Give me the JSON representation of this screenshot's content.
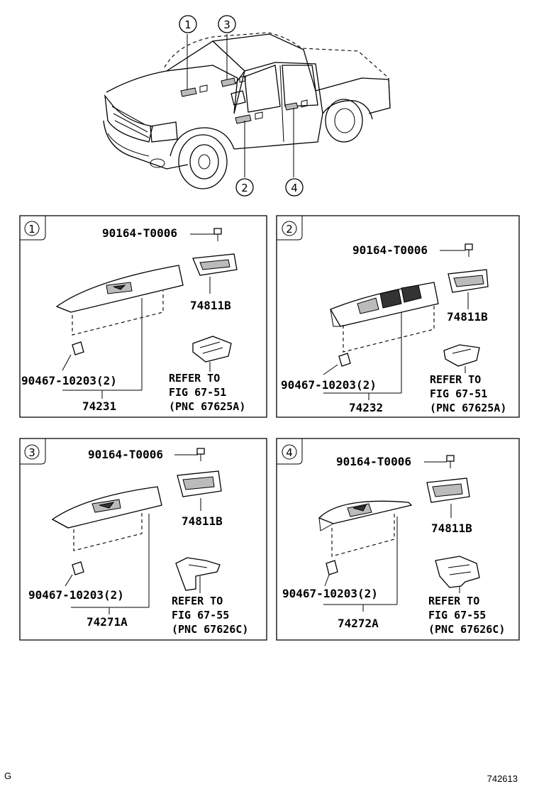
{
  "callouts": {
    "c1": "1",
    "c2": "2",
    "c3": "3",
    "c4": "4"
  },
  "panels": [
    {
      "number": "1",
      "screw": "90164-T0006",
      "bezel": "74811B",
      "clip": "90467-10203(2)",
      "assembly": "74231",
      "refer": [
        "REFER TO",
        "FIG 67-51",
        "(PNC 67625A)"
      ]
    },
    {
      "number": "2",
      "screw": "90164-T0006",
      "bezel": "74811B",
      "clip": "90467-10203(2)",
      "assembly": "74232",
      "refer": [
        "REFER TO",
        "FIG 67-51",
        "(PNC 67625A)"
      ]
    },
    {
      "number": "3",
      "screw": "90164-T0006",
      "bezel": "74811B",
      "clip": "90467-10203(2)",
      "assembly": "74271A",
      "refer": [
        "REFER TO",
        "FIG 67-55",
        "(PNC 67626C)"
      ]
    },
    {
      "number": "4",
      "screw": "90164-T0006",
      "bezel": "74811B",
      "clip": "90467-10203(2)",
      "assembly": "74272A",
      "refer": [
        "REFER TO",
        "FIG 67-55",
        "(PNC 67626C)"
      ]
    }
  ],
  "footer": {
    "left": "G",
    "right": "742613"
  }
}
